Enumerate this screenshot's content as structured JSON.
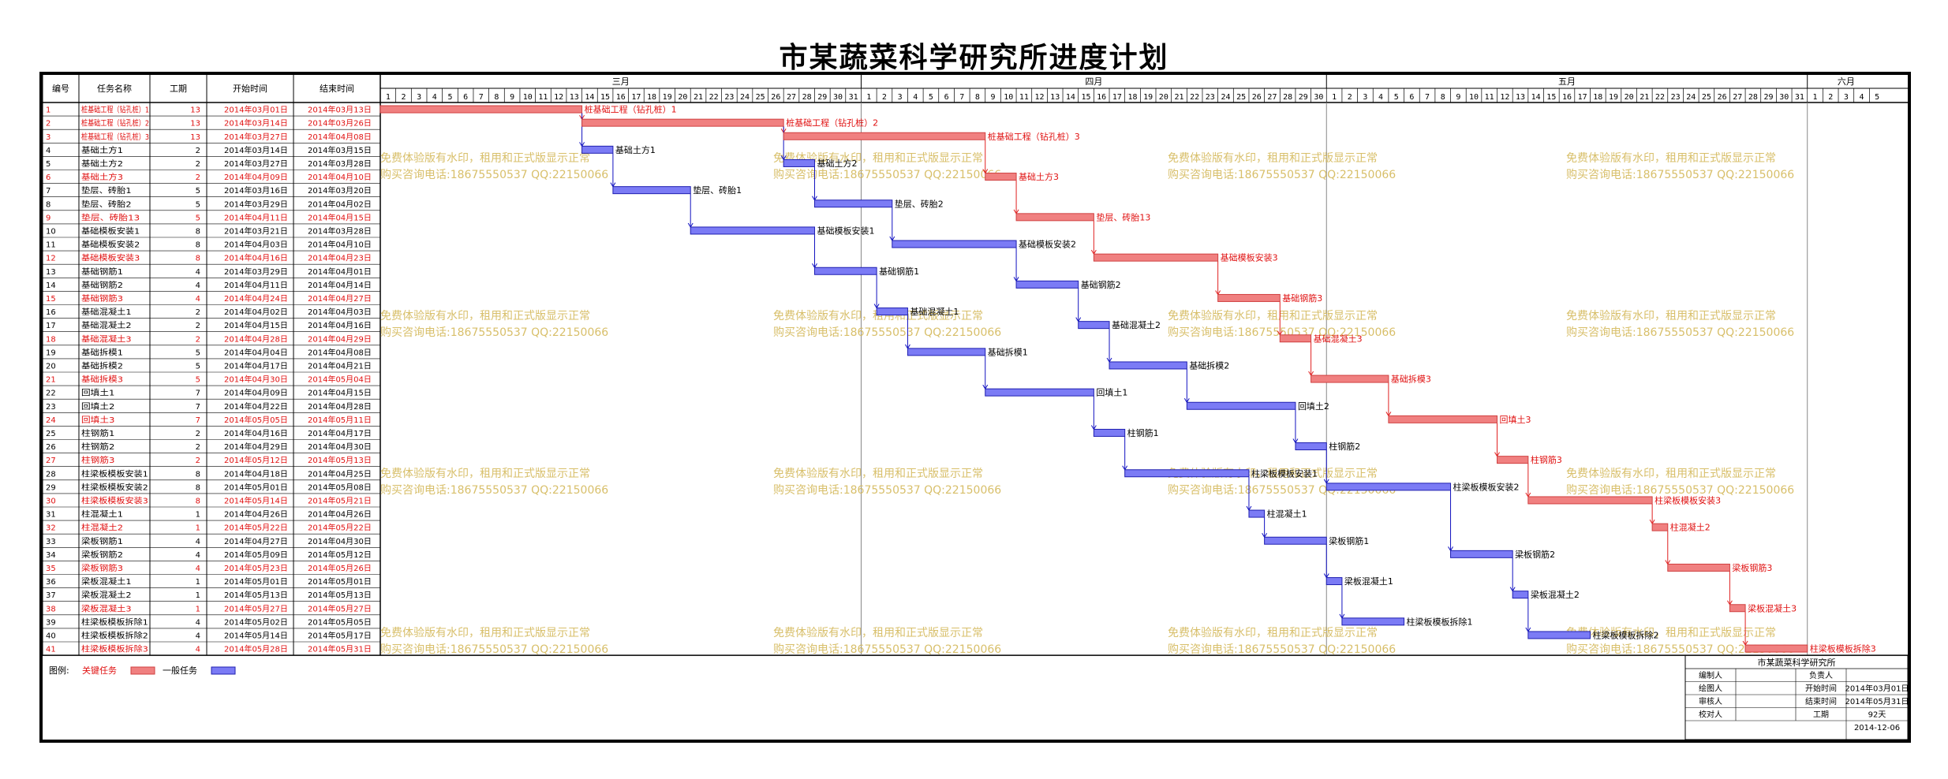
{
  "title": "市某蔬菜科学研究所进度计划",
  "headers": {
    "id": "编号",
    "name": "任务名称",
    "duration": "工期",
    "start": "开始时间",
    "end": "结束时间"
  },
  "months": [
    {
      "name": "三月",
      "days": 31
    },
    {
      "name": "四月",
      "days": 30
    },
    {
      "name": "五月",
      "days": 31
    },
    {
      "name": "六月",
      "days": 5
    }
  ],
  "legend": {
    "label": "图例:",
    "critical": "关键任务",
    "normal": "一般任务",
    "critical_color": "#f08080",
    "normal_color": "#7b7bf5"
  },
  "watermark": {
    "line1": "免费体验版有水印，租用和正式版显示正常",
    "line2": "购买咨询电话:18675550537 QQ:22150066",
    "color": "#d4b85a"
  },
  "info_box": {
    "org": "市某蔬菜科学研究所",
    "rows": [
      [
        "编制人",
        "",
        "负责人",
        ""
      ],
      [
        "绘图人",
        "",
        "开始时间",
        "2014年03月01日"
      ],
      [
        "审核人",
        "",
        "结束时间",
        "2014年05月31日"
      ],
      [
        "校对人",
        "",
        "工期",
        "92天"
      ],
      [
        "",
        "",
        "",
        "2014-12-06"
      ]
    ]
  },
  "chart_data": {
    "type": "gantt",
    "title": "市某蔬菜科学研究所进度计划",
    "timeline_start": "2014-03-01",
    "tasks": [
      {
        "id": "1",
        "name": "桩基础工程（钻孔桩）1",
        "bar_label": "桩基础工程（钻孔桩）1",
        "duration": 13,
        "start": "2014年03月01日",
        "end": "2014年03月13日",
        "critical": true,
        "pred": null
      },
      {
        "id": "2",
        "name": "桩基础工程（钻孔桩）2",
        "bar_label": "桩基础工程（钻孔桩）2",
        "duration": 13,
        "start": "2014年03月14日",
        "end": "2014年03月26日",
        "critical": true,
        "pred": 1
      },
      {
        "id": "3",
        "name": "桩基础工程（钻孔桩）3",
        "bar_label": "桩基础工程（钻孔桩）3",
        "duration": 13,
        "start": "2014年03月27日",
        "end": "2014年04月08日",
        "critical": true,
        "pred": 2
      },
      {
        "id": "4",
        "name": "基础土方1",
        "bar_label": "基础土方1",
        "duration": 2,
        "start": "2014年03月14日",
        "end": "2014年03月15日",
        "critical": false,
        "pred": 1
      },
      {
        "id": "5",
        "name": "基础土方2",
        "bar_label": "基础土方2",
        "duration": 2,
        "start": "2014年03月27日",
        "end": "2014年03月28日",
        "critical": false,
        "pred": 2
      },
      {
        "id": "6",
        "name": "基础土方3",
        "bar_label": "基础土方3",
        "duration": 2,
        "start": "2014年04月09日",
        "end": "2014年04月10日",
        "critical": true,
        "pred": 3
      },
      {
        "id": "7",
        "name": "垫层、砖胎1",
        "bar_label": "垫层、砖胎1",
        "duration": 5,
        "start": "2014年03月16日",
        "end": "2014年03月20日",
        "critical": false,
        "pred": 4
      },
      {
        "id": "8",
        "name": "垫层、砖胎2",
        "bar_label": "垫层、砖胎2",
        "duration": 5,
        "start": "2014年03月29日",
        "end": "2014年04月02日",
        "critical": false,
        "pred": 5
      },
      {
        "id": "9",
        "name": "垫层、砖胎13",
        "bar_label": "垫层、砖胎13",
        "duration": 5,
        "start": "2014年04月11日",
        "end": "2014年04月15日",
        "critical": true,
        "pred": 6
      },
      {
        "id": "10",
        "name": "基础模板安装1",
        "bar_label": "基础模板安装1",
        "duration": 8,
        "start": "2014年03月21日",
        "end": "2014年03月28日",
        "critical": false,
        "pred": 7
      },
      {
        "id": "11",
        "name": "基础模板安装2",
        "bar_label": "基础模板安装2",
        "duration": 8,
        "start": "2014年04月03日",
        "end": "2014年04月10日",
        "critical": false,
        "pred": 8
      },
      {
        "id": "12",
        "name": "基础模板安装3",
        "bar_label": "基础模板安装3",
        "duration": 8,
        "start": "2014年04月16日",
        "end": "2014年04月23日",
        "critical": true,
        "pred": 9
      },
      {
        "id": "13",
        "name": "基础钢筋1",
        "bar_label": "基础钢筋1",
        "duration": 4,
        "start": "2014年03月29日",
        "end": "2014年04月01日",
        "critical": false,
        "pred": 10
      },
      {
        "id": "14",
        "name": "基础钢筋2",
        "bar_label": "基础钢筋2",
        "duration": 4,
        "start": "2014年04月11日",
        "end": "2014年04月14日",
        "critical": false,
        "pred": 11
      },
      {
        "id": "15",
        "name": "基础钢筋3",
        "bar_label": "基础钢筋3",
        "duration": 4,
        "start": "2014年04月24日",
        "end": "2014年04月27日",
        "critical": true,
        "pred": 12
      },
      {
        "id": "16",
        "name": "基础混凝土1",
        "bar_label": "基础混凝土1",
        "duration": 2,
        "start": "2014年04月02日",
        "end": "2014年04月03日",
        "critical": false,
        "pred": 13
      },
      {
        "id": "17",
        "name": "基础混凝土2",
        "bar_label": "基础混凝土2",
        "duration": 2,
        "start": "2014年04月15日",
        "end": "2014年04月16日",
        "critical": false,
        "pred": 14
      },
      {
        "id": "18",
        "name": "基础混凝土3",
        "bar_label": "基础混凝土3",
        "duration": 2,
        "start": "2014年04月28日",
        "end": "2014年04月29日",
        "critical": true,
        "pred": 15
      },
      {
        "id": "19",
        "name": "基础拆模1",
        "bar_label": "基础拆模1",
        "duration": 5,
        "start": "2014年04月04日",
        "end": "2014年04月08日",
        "critical": false,
        "pred": 16
      },
      {
        "id": "20",
        "name": "基础拆模2",
        "bar_label": "基础拆模2",
        "duration": 5,
        "start": "2014年04月17日",
        "end": "2014年04月21日",
        "critical": false,
        "pred": 17
      },
      {
        "id": "21",
        "name": "基础拆模3",
        "bar_label": "基础拆模3",
        "duration": 5,
        "start": "2014年04月30日",
        "end": "2014年05月04日",
        "critical": true,
        "pred": 18
      },
      {
        "id": "22",
        "name": "回填土1",
        "bar_label": "回填土1",
        "duration": 7,
        "start": "2014年04月09日",
        "end": "2014年04月15日",
        "critical": false,
        "pred": 19
      },
      {
        "id": "23",
        "name": "回填土2",
        "bar_label": "回填土2",
        "duration": 7,
        "start": "2014年04月22日",
        "end": "2014年04月28日",
        "critical": false,
        "pred": 20
      },
      {
        "id": "24",
        "name": "回填土3",
        "bar_label": "回填土3",
        "duration": 7,
        "start": "2014年05月05日",
        "end": "2014年05月11日",
        "critical": true,
        "pred": 21
      },
      {
        "id": "25",
        "name": "柱钢筋1",
        "bar_label": "柱钢筋1",
        "duration": 2,
        "start": "2014年04月16日",
        "end": "2014年04月17日",
        "critical": false,
        "pred": 22
      },
      {
        "id": "26",
        "name": "柱钢筋2",
        "bar_label": "柱钢筋2",
        "duration": 2,
        "start": "2014年04月29日",
        "end": "2014年04月30日",
        "critical": false,
        "pred": 23
      },
      {
        "id": "27",
        "name": "柱钢筋3",
        "bar_label": "柱钢筋3",
        "duration": 2,
        "start": "2014年05月12日",
        "end": "2014年05月13日",
        "critical": true,
        "pred": 24
      },
      {
        "id": "28",
        "name": "柱梁板模板安装1",
        "bar_label": "柱梁板模板安装1",
        "duration": 8,
        "start": "2014年04月18日",
        "end": "2014年04月25日",
        "critical": false,
        "pred": 25
      },
      {
        "id": "29",
        "name": "柱梁板模板安装2",
        "bar_label": "柱梁板模板安装2",
        "duration": 8,
        "start": "2014年05月01日",
        "end": "2014年05月08日",
        "critical": false,
        "pred": 26
      },
      {
        "id": "30",
        "name": "柱梁板模板安装3",
        "bar_label": "柱梁板模板安装3",
        "duration": 8,
        "start": "2014年05月14日",
        "end": "2014年05月21日",
        "critical": true,
        "pred": 27
      },
      {
        "id": "31",
        "name": "柱混凝土1",
        "bar_label": "柱混凝土1",
        "duration": 1,
        "start": "2014年04月26日",
        "end": "2014年04月26日",
        "critical": false,
        "pred": 28
      },
      {
        "id": "32",
        "name": "柱混凝土2",
        "bar_label": "柱混凝土2",
        "duration": 1,
        "start": "2014年05月22日",
        "end": "2014年05月22日",
        "critical": true,
        "pred": 30
      },
      {
        "id": "33",
        "name": "梁板钢筋1",
        "bar_label": "梁板钢筋1",
        "duration": 4,
        "start": "2014年04月27日",
        "end": "2014年04月30日",
        "critical": false,
        "pred": 31
      },
      {
        "id": "34",
        "name": "梁板钢筋2",
        "bar_label": "梁板钢筋2",
        "duration": 4,
        "start": "2014年05月09日",
        "end": "2014年05月12日",
        "critical": false,
        "pred": 29
      },
      {
        "id": "35",
        "name": "梁板钢筋3",
        "bar_label": "梁板钢筋3",
        "duration": 4,
        "start": "2014年05月23日",
        "end": "2014年05月26日",
        "critical": true,
        "pred": 32
      },
      {
        "id": "36",
        "name": "梁板混凝土1",
        "bar_label": "梁板混凝土1",
        "duration": 1,
        "start": "2014年05月01日",
        "end": "2014年05月01日",
        "critical": false,
        "pred": 33
      },
      {
        "id": "37",
        "name": "梁板混凝土2",
        "bar_label": "梁板混凝土2",
        "duration": 1,
        "start": "2014年05月13日",
        "end": "2014年05月13日",
        "critical": false,
        "pred": 34
      },
      {
        "id": "38",
        "name": "梁板混凝土3",
        "bar_label": "梁板混凝土3",
        "duration": 1,
        "start": "2014年05月27日",
        "end": "2014年05月27日",
        "critical": true,
        "pred": 35
      },
      {
        "id": "39",
        "name": "柱梁板模板拆除1",
        "bar_label": "柱梁板模板拆除1",
        "duration": 4,
        "start": "2014年05月02日",
        "end": "2014年05月05日",
        "critical": false,
        "pred": 36
      },
      {
        "id": "40",
        "name": "柱梁板模板拆除2",
        "bar_label": "柱梁板模板拆除2",
        "duration": 4,
        "start": "2014年05月14日",
        "end": "2014年05月17日",
        "critical": false,
        "pred": 37
      },
      {
        "id": "41",
        "name": "柱梁板模板拆除3",
        "bar_label": "柱梁板模板拆除3",
        "duration": 4,
        "start": "2014年05月28日",
        "end": "2014年05月31日",
        "critical": true,
        "pred": 38
      }
    ]
  }
}
